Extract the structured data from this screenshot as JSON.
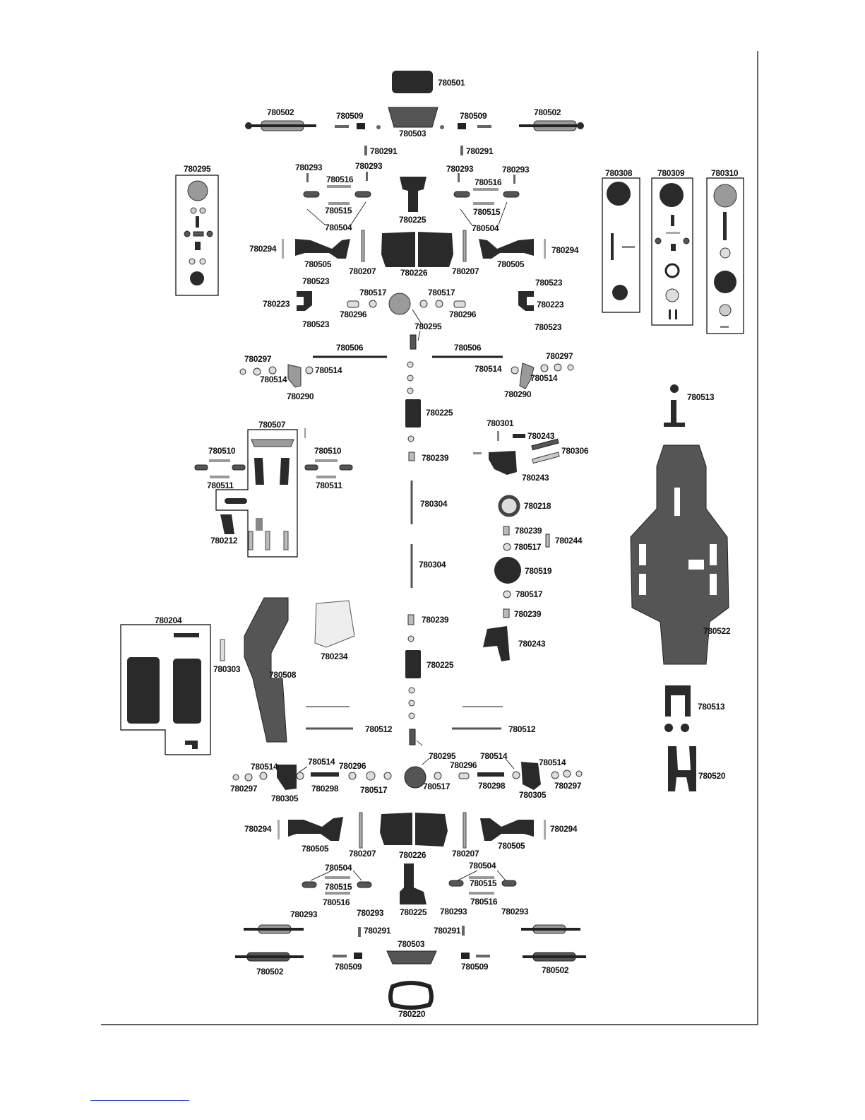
{
  "labels": [
    "780501",
    "780502",
    "780509",
    "780503",
    "780509",
    "780502",
    "780291",
    "780291",
    "780295",
    "780293",
    "780293",
    "780516",
    "780515",
    "780504",
    "780225",
    "780293",
    "780516",
    "780293",
    "780515",
    "780504",
    "780308",
    "780309",
    "780310",
    "780294",
    "780505",
    "780207",
    "780226",
    "780207",
    "780505",
    "780294",
    "780523",
    "780517",
    "780517",
    "780523",
    "780223",
    "780296",
    "780296",
    "780223",
    "780523",
    "780295",
    "780523",
    "780506",
    "780506",
    "780297",
    "780514",
    "780514",
    "780297",
    "780514",
    "780290",
    "780290",
    "780514",
    "780513",
    "780225",
    "780507",
    "780301",
    "780243",
    "780306",
    "780510",
    "780510",
    "780239",
    "780511",
    "780511",
    "780243",
    "780304",
    "780218",
    "780239",
    "780212",
    "780517",
    "780244",
    "780304",
    "780519",
    "780517",
    "780239",
    "780204",
    "780239",
    "780234",
    "780243",
    "780522",
    "780303",
    "780508",
    "780225",
    "780513",
    "780512",
    "780512",
    "780295",
    "780520",
    "780514",
    "780514",
    "780296",
    "780514",
    "780514",
    "780297",
    "780298",
    "780517",
    "780517",
    "780296",
    "780298",
    "780297",
    "780305",
    "780305",
    "780294",
    "780294",
    "780505",
    "780207",
    "780226",
    "780207",
    "780505",
    "780504",
    "780504",
    "780515",
    "780515",
    "780516",
    "780225",
    "780516",
    "780293",
    "780293",
    "780293",
    "780293",
    "780291",
    "780291",
    "780503",
    "780502",
    "780509",
    "780509",
    "780502",
    "780220"
  ]
}
